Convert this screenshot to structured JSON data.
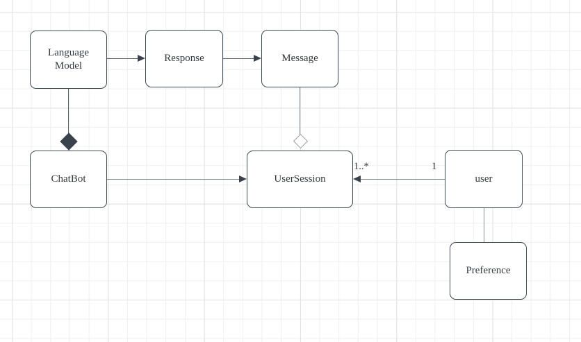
{
  "diagram": {
    "nodes": [
      {
        "id": "language-model",
        "label": "Language Model"
      },
      {
        "id": "response",
        "label": "Response"
      },
      {
        "id": "message",
        "label": "Message"
      },
      {
        "id": "chatbot",
        "label": "ChatBot"
      },
      {
        "id": "usersession",
        "label": "UserSession"
      },
      {
        "id": "user",
        "label": "user"
      },
      {
        "id": "preference",
        "label": "Preference"
      }
    ],
    "edges": [
      {
        "from": "Language Model",
        "to": "Response",
        "type": "directed-association"
      },
      {
        "from": "Response",
        "to": "Message",
        "type": "directed-association"
      },
      {
        "from": "Language Model",
        "to": "ChatBot",
        "type": "composition",
        "diamond_at": "ChatBot"
      },
      {
        "from": "Message",
        "to": "UserSession",
        "type": "aggregation",
        "diamond_at": "UserSession"
      },
      {
        "from": "ChatBot",
        "to": "UserSession",
        "type": "directed-association"
      },
      {
        "from": "user",
        "to": "UserSession",
        "type": "directed-association",
        "source_label": "1",
        "target_label": "1..*"
      },
      {
        "from": "user",
        "to": "Preference",
        "type": "plain-link"
      }
    ]
  },
  "colors": {
    "node_border": "#3e4753",
    "node_fill": "#ffffff",
    "edge_dark": "#5a616b",
    "edge_gray": "#868c94",
    "arrowhead": "#3a424e",
    "aggregation_diamond_stroke": "#989da4",
    "grid_minor": "#efefef",
    "grid_major": "#e1e1e1"
  }
}
